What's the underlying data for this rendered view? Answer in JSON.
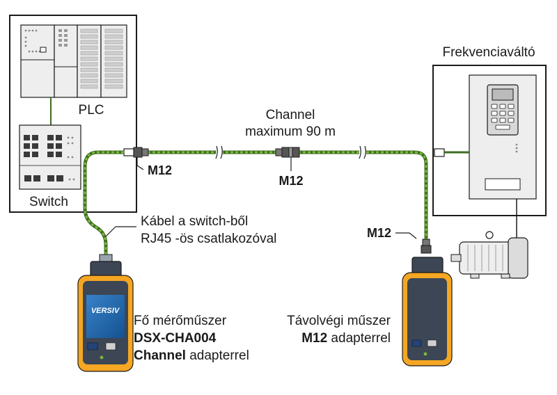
{
  "labels": {
    "plc": "PLC",
    "switch": "Switch",
    "vfd": "Frekvenciaváltó",
    "channel_line1": "Channel",
    "channel_line2": "maximum 90 m",
    "m12_left": "M12",
    "m12_center": "M12",
    "m12_right": "M12",
    "cable_line1": "Kábel a switch-ből",
    "cable_line2": "RJ45 -ös csatlakozóval",
    "main_tester": {
      "line1": "Fő mérőműszer",
      "line2": "DSX-CHA004",
      "line3_bold": "Channel",
      "line3_rest": " adapterrel"
    },
    "remote_tester": {
      "line1": "Távolvégi műszer",
      "line2_bold": "M12",
      "line2_rest": " adapterrel"
    },
    "brand": "VERSIV"
  },
  "colors": {
    "cable_green": "#7cb83e",
    "cable_dark": "#3d6d20",
    "tester_orange": "#f5a623",
    "tester_body": "#3c4654",
    "screen_blue": "#1f6eb5",
    "outline": "#1a1a1a",
    "cabinet_fill": "#ffffff",
    "device_fill": "#ededed"
  }
}
